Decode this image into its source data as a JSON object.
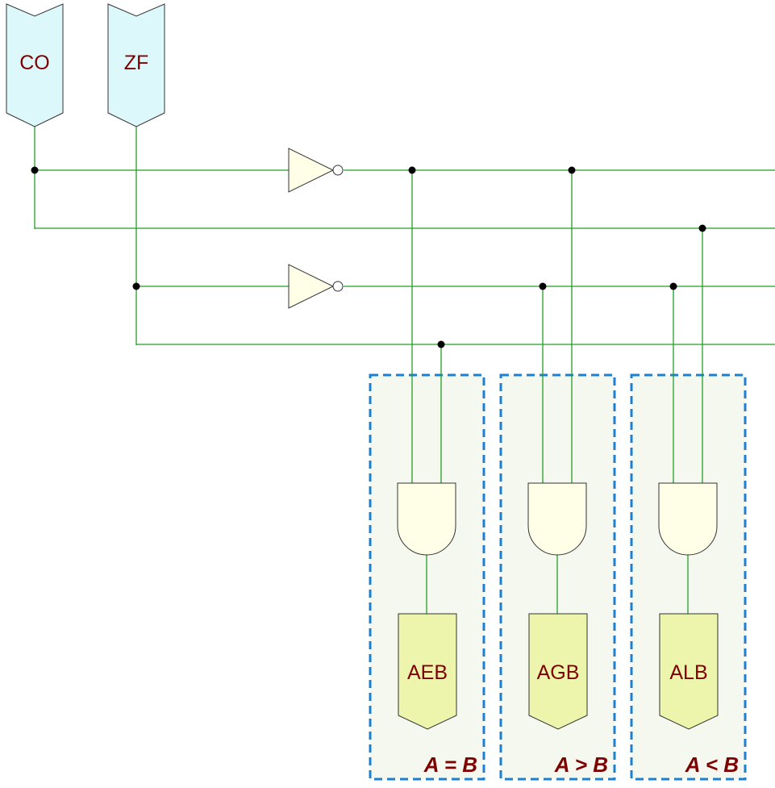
{
  "inputs": {
    "co": {
      "label": "CO"
    },
    "zf": {
      "label": "ZF"
    }
  },
  "outputs": {
    "aeb": {
      "label": "AEB"
    },
    "agb": {
      "label": "AGB"
    },
    "alb": {
      "label": "ALB"
    }
  },
  "groups": {
    "equal": {
      "label": "A = B"
    },
    "greater": {
      "label": "A > B"
    },
    "less": {
      "label": "A < B"
    }
  },
  "colors": {
    "wire": "#22a022",
    "input_pin_fill": "#dcf8fb",
    "output_pin_fill": "#ecf5ab",
    "gate_fill": "#ffffe8",
    "group_border": "#1e7fcf",
    "group_fill": "#f5f8ef",
    "label_text": "#7f0000"
  }
}
